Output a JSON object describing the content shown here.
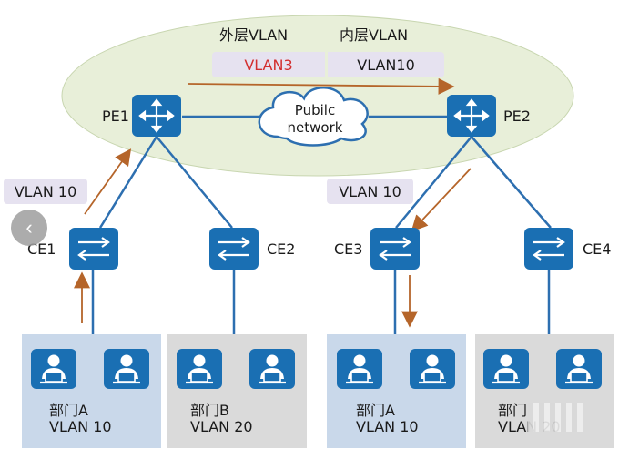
{
  "header": {
    "outer_vlan_label": "外层VLAN",
    "inner_vlan_label": "内层VLAN"
  },
  "tag_stack": {
    "outer": "VLAN3",
    "inner": "VLAN10",
    "outer_color": "#d32f2f"
  },
  "network": {
    "cloud_line1": "Pubilc",
    "cloud_line2": "network"
  },
  "devices": {
    "pe1": "PE1",
    "pe2": "PE2",
    "ce1": "CE1",
    "ce2": "CE2",
    "ce3": "CE3",
    "ce4": "CE4"
  },
  "link_tags": {
    "left": "VLAN 10",
    "right": "VLAN 10"
  },
  "departments": [
    {
      "name": "部门A",
      "vlan": "VLAN 10"
    },
    {
      "name": "部门B",
      "vlan": "VLAN 20"
    },
    {
      "name": "部门A",
      "vlan": "VLAN 10"
    },
    {
      "name": "部门",
      "vlan": "VLAN 20"
    }
  ],
  "colors": {
    "device_blue": "#1a6fb3",
    "link_blue": "#2d6fb0",
    "ellipse_fill": "#e8efd9",
    "flow_arrow": "#b5652a",
    "dept_vlan10_bg": "#c9d8ea",
    "dept_vlan20_bg": "#dadada"
  },
  "icons": {
    "router": "router-icon",
    "switch": "switch-icon",
    "user": "user-computer-icon",
    "cloud": "cloud-icon",
    "back": "chevron-left-icon"
  },
  "ui": {
    "back_glyph": "‹"
  }
}
